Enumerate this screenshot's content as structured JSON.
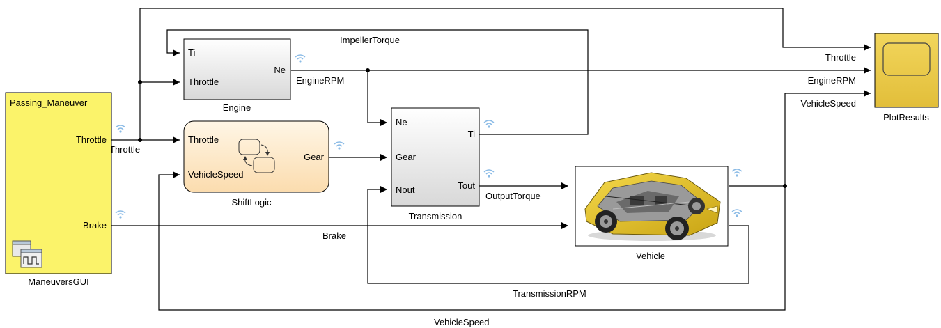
{
  "blocks": {
    "maneuvers": {
      "title": "Passing_Maneuver",
      "name": "ManeuversGUI",
      "ports": {
        "throttle": "Throttle",
        "brake": "Brake"
      }
    },
    "engine": {
      "name": "Engine",
      "ports": {
        "ti": "Ti",
        "throttle": "Throttle",
        "ne": "Ne"
      }
    },
    "shiftlogic": {
      "name": "ShiftLogic",
      "ports": {
        "throttle": "Throttle",
        "vehiclespeed": "VehicleSpeed",
        "gear": "Gear"
      }
    },
    "transmission": {
      "name": "Transmission",
      "ports": {
        "ne": "Ne",
        "gear": "Gear",
        "nout": "Nout",
        "ti": "Ti",
        "tout": "Tout"
      }
    },
    "vehicle": {
      "name": "Vehicle"
    },
    "plotresults": {
      "name": "PlotResults"
    }
  },
  "signals": {
    "throttle_src": "Throttle",
    "impeller_torque": "ImpellerTorque",
    "engine_rpm": "EngineRPM",
    "output_torque": "OutputTorque",
    "brake": "Brake",
    "transmission_rpm": "TransmissionRPM",
    "vehicle_speed_bottom": "VehicleSpeed",
    "scope_throttle": "Throttle",
    "scope_engine_rpm": "EngineRPM",
    "scope_vehicle_speed": "VehicleSpeed"
  },
  "colors": {
    "gui_block_fill": "#fbf36a",
    "scope_fill": "#e8c84a",
    "stateflow_fill": "#fde9c6",
    "block_gradient_top": "#ffffff",
    "block_gradient_bottom": "#dcdcdc",
    "logged_signal_icon": "#8bbbe6"
  },
  "icons": {
    "gui": "panel-window-icon",
    "scope": "scope-screen-icon",
    "stateflow": "state-chart-icon",
    "vehicle": "car-cutaway-image",
    "logging": "signal-logging-icon"
  }
}
